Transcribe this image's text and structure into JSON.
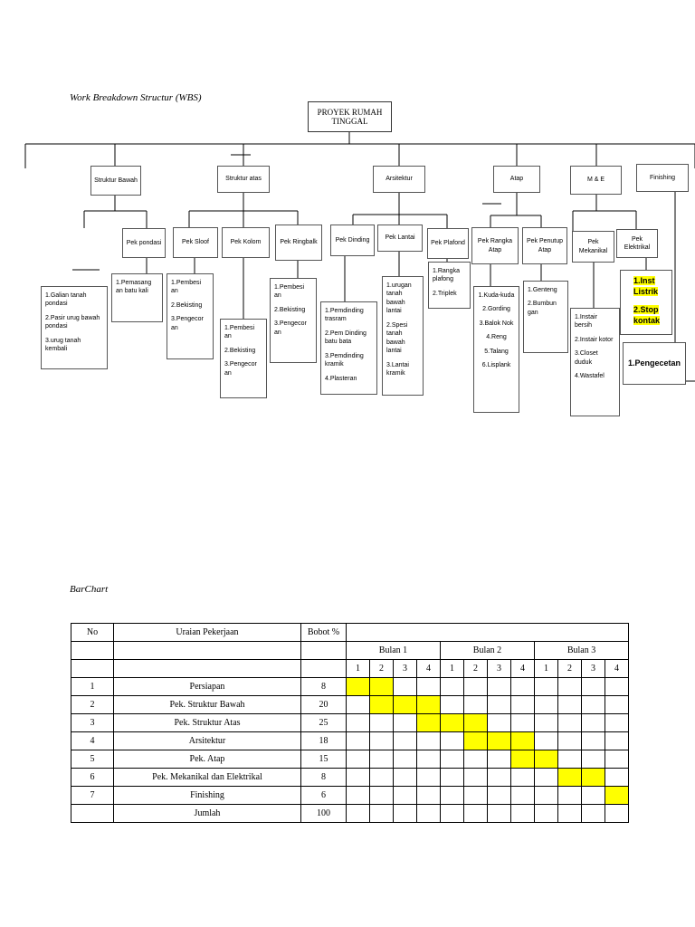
{
  "headings": {
    "wbs": "Work Breakdown Structur (WBS)",
    "barchart": "BarChart"
  },
  "wbs": {
    "root": "PROYEK RUMAH TINGGAL",
    "level1": {
      "struktur_bawah": "Struktur Bawah",
      "struktur_atas": "Struktur atas",
      "arsitektur": "Arsitektur",
      "atap": "Atap",
      "me": "M & E",
      "finishing": "Finishing"
    },
    "level2": {
      "pondasi": "Pek pondasi",
      "sloof": "Pek Sloof",
      "kolom": "Pek Kolom",
      "ringbalk": "Pek Ringbalk",
      "dinding": "Pek Dinding",
      "lantai": "Pek Lantai",
      "plafond": "Pek Plafond",
      "rangka_atap": "Pek Rangka Atap",
      "penutup_atap": "Pek Penutup Atap",
      "mekanikal": "Pek Mekanikal",
      "elektrikal": "Pek Elektrikal"
    },
    "tasks": {
      "galian": [
        "1.Galian tanah pondasi",
        "2.Pasir urug bawah pondasi",
        "3.urug tanah kembali"
      ],
      "pondasi": [
        "1.Pemasang an batu kali"
      ],
      "sloof": [
        "1.Pembesi an",
        "2.Bekisting",
        "3.Pengecor an"
      ],
      "kolom": [
        "1.Pembesi an",
        "2.Bekisting",
        "3.Pengecor an"
      ],
      "ringbalk": [
        "1.Pembesi an",
        "2.Bekisting",
        "3.Pengecor an"
      ],
      "dinding": [
        "1.Pemdinding trasram",
        "2.Pem Dinding batu bata",
        "3.Pemdinding kramik",
        "4.Plasteran"
      ],
      "lantai": [
        "1.urugan tanah bawah lantai",
        "2.Spesi tanah bawah lantai",
        "3.Lantai kramik"
      ],
      "plafond": [
        "1.Rangka plafong",
        "2.Triplek"
      ],
      "rangka_atap": [
        "1.Kuda-kuda",
        "2.Gording",
        "3.Balok Nok",
        "4.Reng",
        "5.Talang",
        "6.Lisplank"
      ],
      "penutup_atap": [
        "1.Genteng",
        "2.Bumbun gan"
      ],
      "mekanikal": [
        "1.Instair bersih",
        "2.Instair kotor",
        "3.Closet duduk",
        "4.Wastafel"
      ],
      "elektrikal": [
        "1.Inst Listrik",
        "2.Stop kontak"
      ],
      "finishing": [
        "1.Pengecetan"
      ]
    }
  },
  "gantt": {
    "headers": {
      "no": "No",
      "uraian": "Uraian Pekerjaan",
      "bobot": "Bobot %"
    },
    "months": [
      "Bulan 1",
      "Bulan 2",
      "Bulan 3"
    ],
    "weeks": [
      "1",
      "2",
      "3",
      "4",
      "1",
      "2",
      "3",
      "4",
      "1",
      "2",
      "3",
      "4"
    ],
    "rows": [
      {
        "no": "1",
        "uraian": "Persiapan",
        "bobot": "8",
        "weeks": [
          1,
          2
        ]
      },
      {
        "no": "2",
        "uraian": "Pek. Struktur Bawah",
        "bobot": "20",
        "weeks": [
          2,
          3,
          4
        ]
      },
      {
        "no": "3",
        "uraian": "Pek. Struktur Atas",
        "bobot": "25",
        "weeks": [
          4,
          5,
          6
        ]
      },
      {
        "no": "4",
        "uraian": "Arsitektur",
        "bobot": "18",
        "weeks": [
          6,
          7,
          8
        ]
      },
      {
        "no": "5",
        "uraian": "Pek. Atap",
        "bobot": "15",
        "weeks": [
          8,
          9
        ]
      },
      {
        "no": "6",
        "uraian": "Pek. Mekanikal dan Elektrikal",
        "bobot": "8",
        "weeks": [
          10,
          11
        ]
      },
      {
        "no": "7",
        "uraian": "Finishing",
        "bobot": "6",
        "weeks": [
          12
        ]
      }
    ],
    "total": {
      "label": "Jumlah",
      "bobot": "100"
    },
    "fill_color": "#ffff00"
  }
}
